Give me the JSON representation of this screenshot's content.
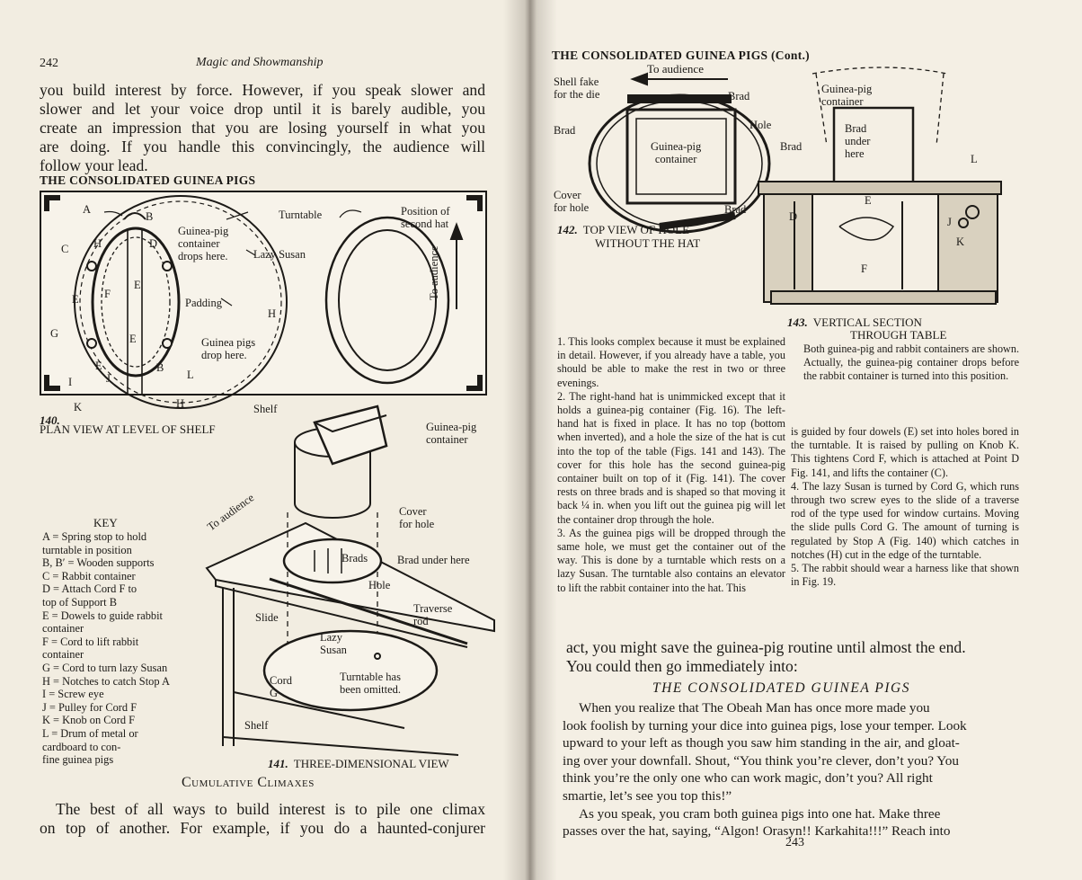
{
  "left_page": {
    "page_number": "242",
    "running_head": "Magic and Showmanship",
    "top_paragraph": [
      "you build interest by force. However, if you speak slower and",
      "slower and let your voice drop until it is barely audible, you",
      "create an impression that you are losing yourself in what you",
      "are doing. If you handle this convincingly, the audience will",
      "follow your lead."
    ],
    "section_heading": "THE CONSOLIDATED GUINEA PIGS",
    "fig140": {
      "number": "140.",
      "caption": "PLAN VIEW AT LEVEL OF SHELF",
      "labels": {
        "A": "A",
        "B_top": "B",
        "C": "C",
        "H_top": "H",
        "D": "D",
        "E_left": "E",
        "F": "F",
        "E_mid": "E",
        "E_lower": "E",
        "E_low2": "E",
        "G": "G",
        "B_low": "B",
        "I": "I",
        "J": "J",
        "K": "K",
        "H_low": "H",
        "H_mid": "H",
        "L": "L",
        "turntable": "Turntable",
        "container_drops": "Guinea-pig\ncontainer\ndrops here.",
        "lazy_susan": "Lazy Susan",
        "padding": "Padding",
        "guinea_drop": "Guinea pigs\ndrop here.",
        "second_hat": "Position of\nsecond hat",
        "to_audience": "To audience"
      }
    },
    "fig141": {
      "number": "141.",
      "caption": "THREE-DIMENSIONAL VIEW",
      "labels": {
        "shelf_top": "Shelf",
        "gp_container": "Guinea-pig\ncontainer",
        "to_audience": "To audience",
        "cover_hole": "Cover\nfor hole",
        "brads": "Brads",
        "brad_under": "Brad under here",
        "hole": "Hole",
        "traverse": "Traverse\nrod",
        "slide": "Slide",
        "lazy_susan": "Lazy\nSusan",
        "turntable_omit": "Turntable has\nbeen omitted.",
        "cord": "Cord\nG",
        "shelf_bottom": "Shelf"
      }
    },
    "key": {
      "title": "KEY",
      "rows": [
        "A = Spring stop to hold",
        "      turntable in position",
        "B, B′ = Wooden supports",
        "C = Rabbit container",
        "D = Attach Cord F to",
        "      top of Support B",
        "E = Dowels to guide rabbit",
        "      container",
        "F = Cord to lift rabbit",
        "      container",
        "G = Cord to turn lazy Susan",
        "H = Notches to catch Stop A",
        "I = Screw eye",
        "J = Pulley for Cord F",
        "K = Knob on Cord F",
        "L = Drum of metal or",
        "      cardboard to con-",
        "      fine guinea pigs"
      ]
    },
    "subheading": "Cumulative Climaxes",
    "bottom_paragraph": [
      "The best of all ways to build interest is to pile one climax",
      "on top of another. For example, if you do a haunted-conjurer"
    ]
  },
  "right_page": {
    "page_number": "243",
    "heading": "THE CONSOLIDATED GUINEA PIGS (Cont.)",
    "fig142": {
      "number": "142.",
      "caption_line1": "TOP VIEW OF HOLE",
      "caption_line2": "WITHOUT THE HAT",
      "labels": {
        "to_audience": "To audience",
        "shell_fake": "Shell fake\nfor the die",
        "brad_top": "Brad",
        "brad_left": "Brad",
        "hole": "Hole",
        "container": "Guinea-pig\ncontainer",
        "cover": "Cover\nfor hole",
        "brad_bottom": "Brad"
      }
    },
    "fig143": {
      "number": "143.",
      "caption_line1": "VERTICAL SECTION",
      "caption_line2": "THROUGH TABLE",
      "description": "Both guinea-pig and rabbit containers are shown. Actually, the guinea-pig container drops before the rabbit container is turned into this position.",
      "labels": {
        "gp_container": "Guinea-pig\ncontainer",
        "brad_under": "Brad\nunder\nhere",
        "brad": "Brad",
        "L": "L",
        "D": "D",
        "E": "E",
        "J": "J",
        "K": "K",
        "F": "F"
      }
    },
    "notes_left": [
      "1. This looks complex because it must be explained in detail. However, if you already have a table, you should be able to make the rest in two or three evenings.",
      "2. The right-hand hat is unimmicked except that it holds a guinea-pig container (Fig. 16). The left-hand hat is fixed in place. It has no top (bottom when inverted), and a hole the size of the hat is cut into the top of the table (Figs. 141 and 143). The cover for this hole has the second guinea-pig container built on top of it (Fig. 141). The cover rests on three brads and is shaped so that moving it back ¼ in. when you lift out the guinea pig will let the container drop through the hole.",
      "3. As the guinea pigs will be dropped through the same hole, we must get the container out of the way. This is done by a turntable which rests on a lazy Susan. The turntable also contains an elevator to lift the rabbit container into the hat. This"
    ],
    "notes_right": [
      "is guided by four dowels (E) set into holes bored in the turntable. It is raised by pulling on Knob K. This tightens Cord F, which is attached at Point D Fig. 141, and lifts the container (C).",
      "4. The lazy Susan is turned by Cord G, which runs through two screw eyes to the slide of a traverse rod of the type used for window curtains. Moving the slide pulls Cord G. The amount of turning is regulated by Stop A (Fig. 140) which catches in notches (H) cut in the edge of the turntable.",
      "5. The rabbit should wear a harness like that shown in Fig. 19."
    ],
    "mid_paragraph": [
      "act, you might save the guinea-pig routine until almost the end.",
      "You could then go immediately into:"
    ],
    "subheading": "THE CONSOLIDATED GUINEA PIGS",
    "final_paragraph": [
      "When you realize that The Obeah Man has once more made you",
      "look foolish by turning your dice into guinea pigs, lose your temper. Look",
      "upward to your left as though you saw him standing in the air, and gloat-",
      "ing over your downfall. Shout, “You think you’re clever, don’t you? You",
      "think you’re the only one who can work magic, don’t you? All right",
      "smartie, let’s see you top this!”",
      "As you speak, you cram both guinea pigs into one hat. Make three",
      "passes over the hat, saying, “Algon! Orasyn!! Karkahita!!!” Reach into"
    ]
  }
}
